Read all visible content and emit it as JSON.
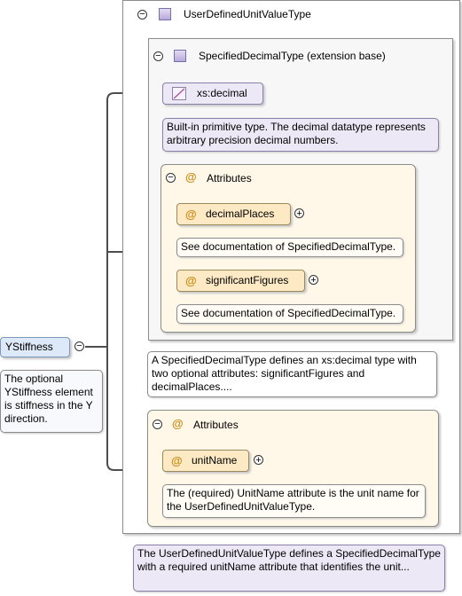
{
  "root": {
    "title": "UserDefinedUnitValueType"
  },
  "base": {
    "title": "SpecifiedDecimalType (extension base)",
    "primitive": "xs:decimal",
    "primitive_doc": "Built-in primitive type. The decimal datatype represents arbitrary precision decimal numbers.",
    "attributes_label": "Attributes",
    "attributes": [
      {
        "name": "decimalPlaces",
        "doc": "See documentation of SpecifiedDecimalType."
      },
      {
        "name": "significantFigures",
        "doc": "See documentation of SpecifiedDecimalType."
      }
    ],
    "doc": "A SpecifiedDecimalType defines an xs:decimal type with two optional attributes: significantFigures and decimalPlaces...."
  },
  "own_attributes": {
    "label": "Attributes",
    "items": [
      {
        "name": "unitName",
        "doc": "The (required) UnitName attribute is the unit name for the UserDefinedUnitValueType."
      }
    ]
  },
  "root_doc": "The UserDefinedUnitValueType defines a SpecifiedDecimalType with a required unitName attribute that identifies the unit...",
  "element": {
    "name": "YStiffness",
    "doc": "The optional YStiffness element is stiffness in the Y direction."
  },
  "glyphs": {
    "collapse": "−",
    "expand": "+",
    "attribute": "@"
  },
  "colors": {
    "element_fill": "#dde8f8",
    "attribute_fill": "#fde9c4",
    "attribute_group_fill": "#fff8e9",
    "type_fill": "#ece8f6",
    "connector": "#4d4d4d"
  }
}
